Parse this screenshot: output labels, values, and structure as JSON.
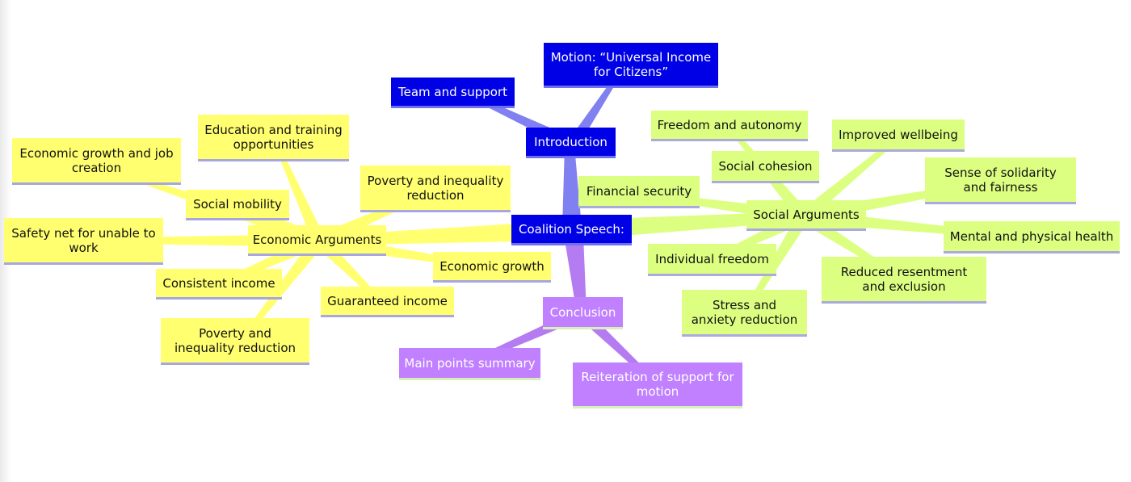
{
  "root": {
    "label": "Coalition Speech:"
  },
  "introduction": {
    "label": "Introduction",
    "children": [
      "Motion: “Universal Income for Citizens”",
      "Team and support"
    ]
  },
  "economic": {
    "label": "Economic Arguments",
    "children": [
      "Education and training opportunities",
      "Economic growth and job creation",
      "Social mobility",
      "Safety net for unable to work",
      "Consistent income",
      "Poverty and inequality reduction",
      "Guaranteed income",
      "Economic growth",
      "Poverty and inequality reduction"
    ]
  },
  "social": {
    "label": "Social Arguments",
    "children": [
      "Freedom and autonomy",
      "Improved wellbeing",
      "Social cohesion",
      "Sense of solidarity and fairness",
      "Financial security",
      "Mental and physical health",
      "Individual freedom",
      "Reduced resentment and exclusion",
      "Stress and anxiety reduction"
    ]
  },
  "conclusion": {
    "label": "Conclusion",
    "children": [
      "Main points summary",
      "Reiteration of support for motion"
    ]
  },
  "colors": {
    "root": "#0000e6",
    "introduction": "#0000e6",
    "economic": "#ffff70",
    "social": "#dcff82",
    "conclusion": "#c080ff",
    "edge_intro": "#8080f0",
    "edge_economic": "#ffff70",
    "edge_social": "#dcff82",
    "edge_conclusion": "#b47cf0"
  }
}
